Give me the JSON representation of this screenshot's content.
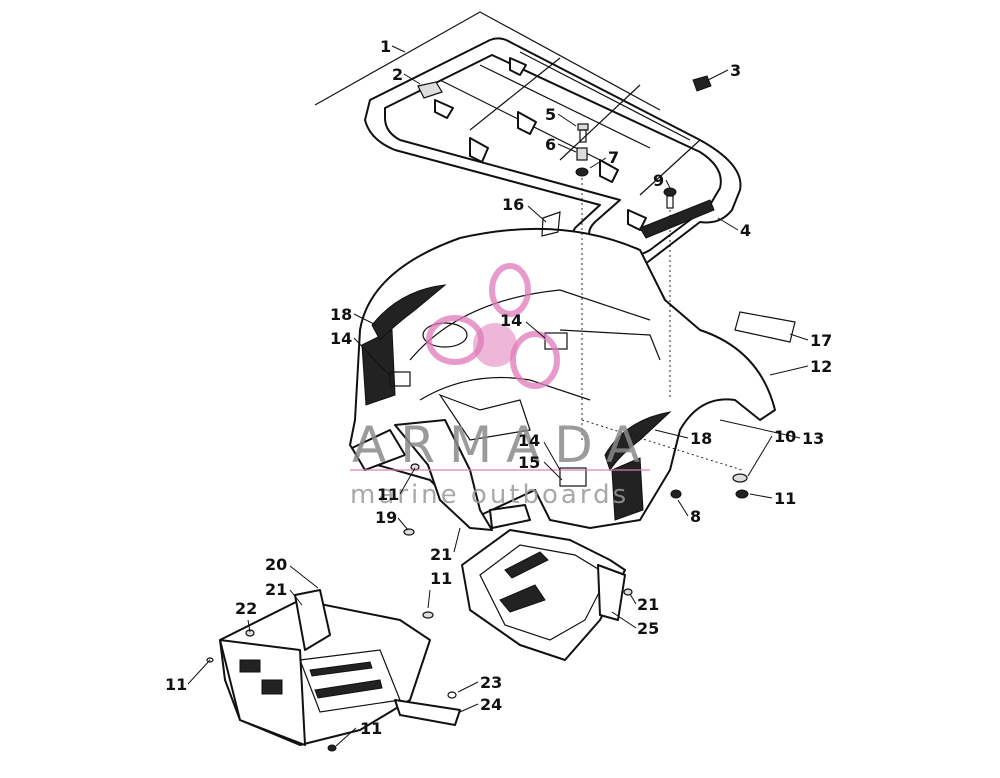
{
  "watermark": {
    "brand": "ARMADA",
    "tagline": "marine outboards",
    "logo_icon": "propeller-logo-icon",
    "accent_color": "#e07ab8"
  },
  "callouts": [
    {
      "id": "c1",
      "label": "1"
    },
    {
      "id": "c2",
      "label": "2"
    },
    {
      "id": "c3",
      "label": "3"
    },
    {
      "id": "c4",
      "label": "4"
    },
    {
      "id": "c5",
      "label": "5"
    },
    {
      "id": "c6",
      "label": "6"
    },
    {
      "id": "c7",
      "label": "7"
    },
    {
      "id": "c8",
      "label": "8"
    },
    {
      "id": "c9",
      "label": "9"
    },
    {
      "id": "c10",
      "label": "10"
    },
    {
      "id": "c11a",
      "label": "11"
    },
    {
      "id": "c11b",
      "label": "11"
    },
    {
      "id": "c11c",
      "label": "11"
    },
    {
      "id": "c11d",
      "label": "11"
    },
    {
      "id": "c11e",
      "label": "11"
    },
    {
      "id": "c12",
      "label": "12"
    },
    {
      "id": "c13",
      "label": "13"
    },
    {
      "id": "c14a",
      "label": "14"
    },
    {
      "id": "c14b",
      "label": "14"
    },
    {
      "id": "c14c",
      "label": "14"
    },
    {
      "id": "c15",
      "label": "15"
    },
    {
      "id": "c16",
      "label": "16"
    },
    {
      "id": "c17",
      "label": "17"
    },
    {
      "id": "c18a",
      "label": "18"
    },
    {
      "id": "c18b",
      "label": "18"
    },
    {
      "id": "c19",
      "label": "19"
    },
    {
      "id": "c20",
      "label": "20"
    },
    {
      "id": "c21a",
      "label": "21"
    },
    {
      "id": "c21b",
      "label": "21"
    },
    {
      "id": "c21c",
      "label": "21"
    },
    {
      "id": "c22",
      "label": "22"
    },
    {
      "id": "c23",
      "label": "23"
    },
    {
      "id": "c24",
      "label": "24"
    },
    {
      "id": "c25",
      "label": "25"
    }
  ]
}
